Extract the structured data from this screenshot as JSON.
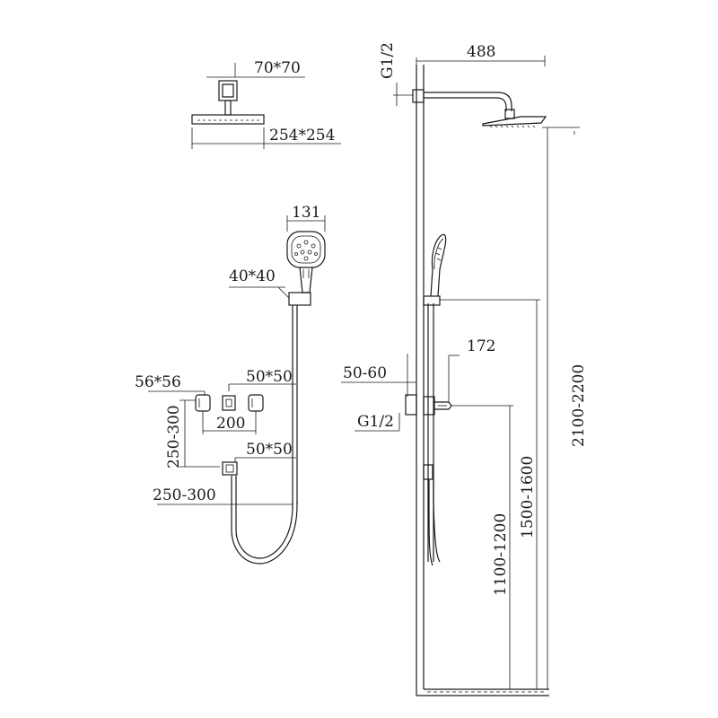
{
  "dimensions": {
    "ceiling_arm_plate": "70*70",
    "overhead_shower_size": "254*254",
    "hand_shower_width": "131",
    "holder_size": "40*40",
    "valve_size": "56*56",
    "diverter_size": "50*50",
    "valve_spacing": "200",
    "valve_height_offset": "250-300",
    "outlet_size": "50*50",
    "outlet_offset": "250-300",
    "arm_length": "488",
    "connection_top": "G1/2",
    "wall_distance": "50-60",
    "holder_depth": "172",
    "connection_bottom": "G1/2",
    "height_outlet": "1100-1200",
    "height_holder": "1500-1600",
    "height_overhead": "2100-2200"
  }
}
